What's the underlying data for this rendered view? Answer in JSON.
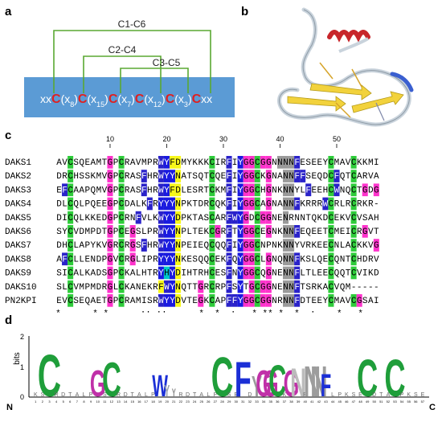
{
  "panels": {
    "a": {
      "label": "a",
      "bonds": [
        "C1-C6",
        "C2-C4",
        "C3-C5"
      ],
      "sequence_parts": [
        "xx",
        "C",
        "(x",
        "8",
        ")",
        "C",
        "(x",
        "15",
        ")",
        "C",
        "(x",
        "7",
        ")",
        "C",
        "(x",
        "12",
        ")",
        "C",
        "(x",
        "3",
        ")",
        "C",
        "xx"
      ]
    },
    "b": {
      "label": "b"
    },
    "c": {
      "label": "c",
      "ruler": [
        "10",
        "20",
        "30",
        "40",
        "50"
      ],
      "names": [
        "DAKS1",
        "DAKS2",
        "DAKS3",
        "DAKS4",
        "DAKS5",
        "DAKS6",
        "DAKS7",
        "DAKS8",
        "DAKS9",
        "DAKS10",
        "PN2KPI"
      ],
      "sequences": [
        "AVCSQEAMTGPCRAVMPRWYFDMYKKKCIRFIYGGCGGNNNNFESEEYCMAVCKKMI",
        "DRCHSSKMVGPCRASFHRWYYNATSQTCQEFIYGGCKGNANNFFSEQDCFQTCARVA",
        "EFCAAPQMVGPCRASFHRWYFDLESRTCKMFIYGGCHGNKNNYLFEEHCWNQCTGDG",
        "DLCQLPQEEGPCDALKFRYYYNPKTDRCQKFIYGGCAGNANNFKRRRWCRLRCRKR-",
        "DICQLKKEDGPCRNFVLKWYYDPKTASCARFWYGDCGGNENRNNTQKDCEKVCVSAH",
        "SYCVDMPDTGPCEGSLPRWYYNPLTEKCGRFTYGGCEGNKNNFEQEETCMEICRGVT",
        "DHCLAPYKVGRCRGSFHRWYYNPEIEQCQQFIYGGCNPNKNNYVRKEECNLACKKVG",
        "AFCLLENDPGVCRGLIPRYYYNKESQQCEKFQYGGCLGNQNNFKSLQECQNTCHDRV",
        "SICALKADSGPCKALHTRYHYDIHTRHCESFNYGGCQGNENNFLTLEECQQTCVIKD",
        "SLCVMPMDRGLCKANEKRFWYNQTTGRCRPFSYTGCGGNENNFTSRKACVQM-----",
        "EVCSEQAETGPCRAMISRWYYDVTEGKCAPFFYGGCGGNRNNFDTEEYCMAVCGSAI"
      ],
      "consensus": "  *      * *      :: ::      *  *  :  .* ** *  * .:    *   *"
    },
    "d": {
      "label": "d",
      "y_label": "bits",
      "y_ticks": [
        "2",
        "1",
        "0"
      ],
      "n_label": "N",
      "c_label": "C"
    }
  },
  "colors": {
    "cys": "#2ecc3a",
    "gly": "#ff33cc",
    "trp": "#2a22c9",
    "tyr": "#1a1adf",
    "yellow": "#f7f71a",
    "gray": "#9a9a9a",
    "teal": "#00c8c8",
    "box": "#5b9bd5",
    "bracket": "#5aa832",
    "cys_text": "#e02020"
  }
}
